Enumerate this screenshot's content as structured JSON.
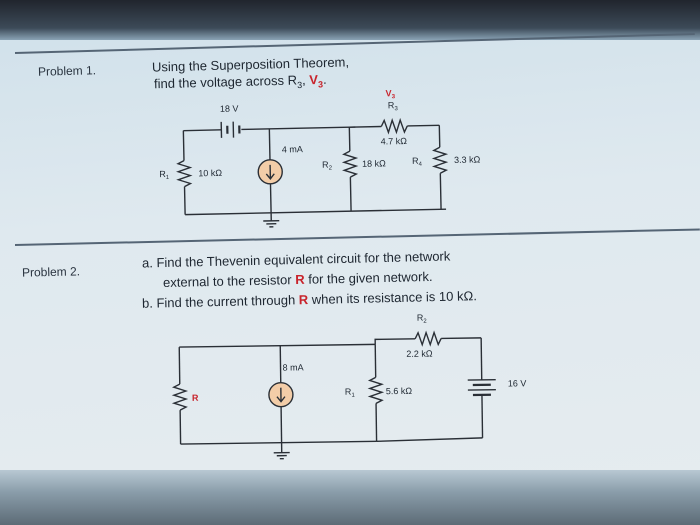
{
  "problem1": {
    "label": "Problem 1.",
    "question_line1": "Using the Superposition Theorem,",
    "question_line2_pre": "find the voltage across R",
    "question_line2_sub": "3",
    "question_line2_sep": ", ",
    "question_line2_red": "V",
    "question_line2_red_sub": "3",
    "question_line2_end": ".",
    "circuit": {
      "source_voltage": "18 V",
      "source_current": "4 mA",
      "r1_name": "R",
      "r1_sub": "1",
      "r1_value": "10 kΩ",
      "r2_name": "R",
      "r2_sub": "2",
      "r2_value": "18 kΩ",
      "r3_name": "R",
      "r3_sub": "3",
      "r3_value": "4.7 kΩ",
      "r4_name": "R",
      "r4_sub": "4",
      "r4_value": "3.3 kΩ",
      "v3_name": "V",
      "v3_sub": "3"
    }
  },
  "problem2": {
    "label": "Problem 2.",
    "item_a_line1": "a.  Find the Thevenin equivalent circuit for the network",
    "item_a_line2_pre": "external to the resistor ",
    "item_a_line2_red": "R",
    "item_a_line2_post": " for the given network.",
    "item_b_pre": "b.  Find the current through ",
    "item_b_red": "R",
    "item_b_post": " when its resistance is 10 kΩ.",
    "circuit": {
      "r_load": "R",
      "source_current": "8 mA",
      "r1_name": "R",
      "r1_sub": "1",
      "r1_value": "5.6 kΩ",
      "r2_name": "R",
      "r2_sub": "2",
      "r2_value": "2.2 kΩ",
      "source_voltage": "16 V"
    }
  },
  "colors": {
    "accent_red": "#c8232b",
    "current_source_fill": "#f3cda8",
    "wire": "#2a2f36"
  }
}
